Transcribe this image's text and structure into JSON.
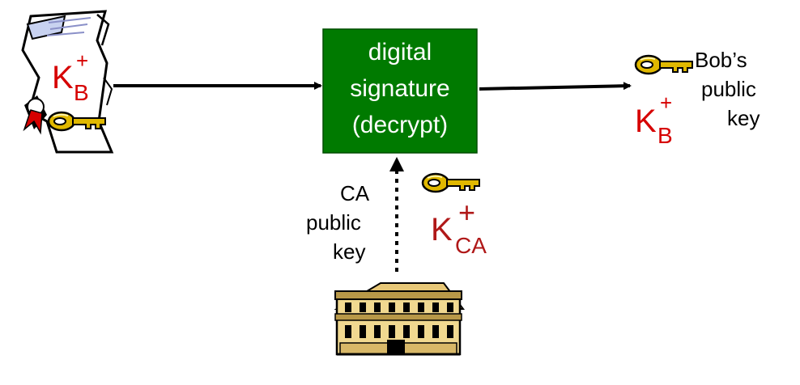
{
  "colors": {
    "box_fill": "#007a00",
    "box_text": "#ffffff",
    "arrow": "#000000",
    "key_red": "#d60000",
    "key_dark_red": "#b01818",
    "key_gold": "#e0b800"
  },
  "box": {
    "line1": "digital",
    "line2": "signature",
    "line3": "(decrypt)"
  },
  "certificate": {
    "key_base": "K",
    "key_sub": "B",
    "key_sup": "+",
    "icons": [
      "certificate-icon",
      "golden-key-icon"
    ]
  },
  "output": {
    "label_line1": "Bob’s",
    "label_line2": "public",
    "label_line3": "key",
    "key_base": "K",
    "key_sub": "B",
    "key_sup": "+"
  },
  "ca": {
    "label_line1": "CA",
    "label_line2": "public",
    "label_line3": "key",
    "key_base": "K",
    "key_sub": "CA",
    "key_sup": "+",
    "icons": [
      "golden-key-icon",
      "building-icon"
    ]
  }
}
